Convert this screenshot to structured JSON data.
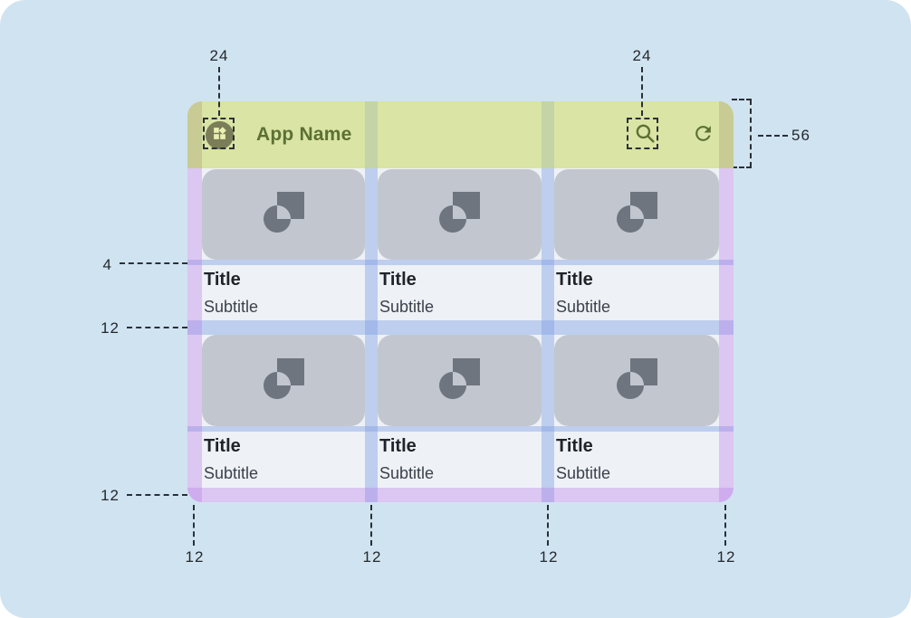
{
  "app": {
    "name": "App Name",
    "appbar_icons": [
      "widgets-icon",
      "search-icon",
      "refresh-icon"
    ]
  },
  "cards": [
    {
      "title": "Title",
      "subtitle": "Subtitle",
      "image_icon": "image-placeholder-icon"
    },
    {
      "title": "Title",
      "subtitle": "Subtitle",
      "image_icon": "image-placeholder-icon"
    },
    {
      "title": "Title",
      "subtitle": "Subtitle",
      "image_icon": "image-placeholder-icon"
    },
    {
      "title": "Title",
      "subtitle": "Subtitle",
      "image_icon": "image-placeholder-icon"
    },
    {
      "title": "Title",
      "subtitle": "Subtitle",
      "image_icon": "image-placeholder-icon"
    },
    {
      "title": "Title",
      "subtitle": "Subtitle",
      "image_icon": "image-placeholder-icon"
    }
  ],
  "annotations": {
    "icon_size_left": "24",
    "icon_size_right": "24",
    "appbar_height": "56",
    "image_title_gap": "4",
    "row_gap": "12",
    "bottom_margin": "12",
    "bottom_gaps": [
      "12",
      "12",
      "12",
      "12"
    ]
  },
  "colors": {
    "page_background": "#d0e3f1",
    "appbar_green": "#d9e4a5",
    "appbar_accent": "#5c7033",
    "content_background": "#eef1f6",
    "card_image_gray": "#c2c7cf",
    "card_icon_gray": "#6e757e",
    "margin_overlay_purple": "#ddc7f0",
    "gutter_overlay_blue": "#c1d1ef",
    "margin_over_appbar_olive": "#c8cc94",
    "title_text": "#1f242a",
    "subtitle_text": "#3b424b"
  }
}
